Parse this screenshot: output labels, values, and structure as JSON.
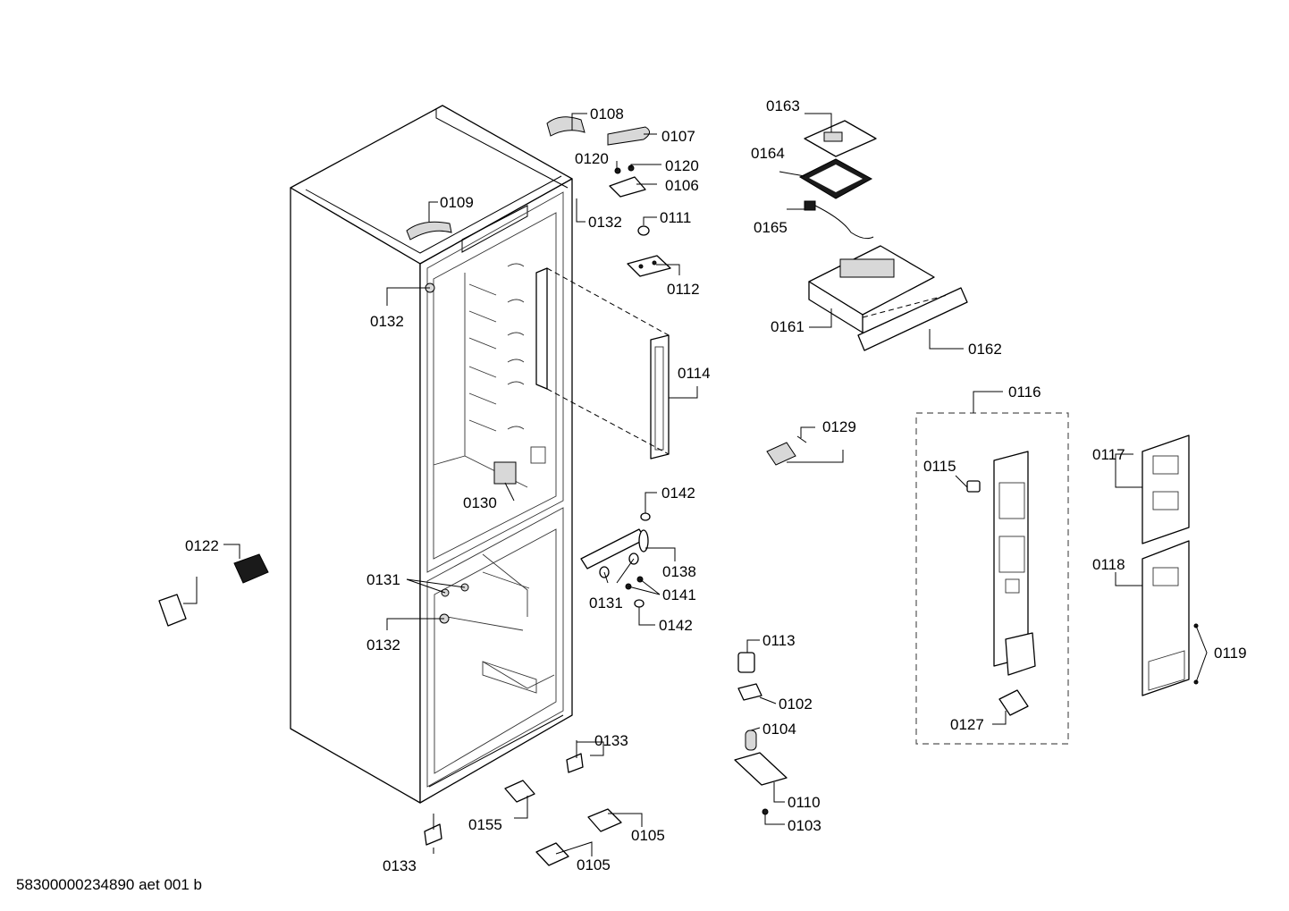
{
  "document_id": "58300000234890 aet 001 b",
  "callouts": {
    "p0108": "0108",
    "p0107": "0107",
    "p0120a": "0120",
    "p0120b": "0120",
    "p0106": "0106",
    "p0109": "0109",
    "p0111": "0111",
    "p0132a": "0132",
    "p0132b": "0132",
    "p0132c": "0132",
    "p0112": "0112",
    "p0114": "0114",
    "p0130": "0130",
    "p0122": "0122",
    "p0131a": "0131",
    "p0131b": "0131",
    "p0142a": "0142",
    "p0142b": "0142",
    "p0138": "0138",
    "p0141": "0141",
    "p0133a": "0133",
    "p0133b": "0133",
    "p0155": "0155",
    "p0105a": "0105",
    "p0105b": "0105",
    "p0163": "0163",
    "p0164": "0164",
    "p0165": "0165",
    "p0161": "0161",
    "p0162": "0162",
    "p0129": "0129",
    "p0116": "0116",
    "p0115": "0115",
    "p0117": "0117",
    "p0118": "0118",
    "p0119": "0119",
    "p0127": "0127",
    "p0113": "0113",
    "p0102": "0102",
    "p0104": "0104",
    "p0110": "0110",
    "p0103": "0103"
  }
}
